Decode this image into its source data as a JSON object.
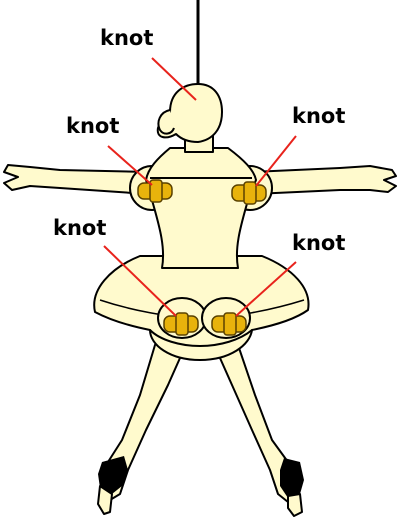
{
  "colors": {
    "body_fill": "#fffacd",
    "outline": "#000000",
    "knot_fill": "#e8b30c",
    "leader_line": "#e8231c",
    "background": "#ffffff"
  },
  "labels": {
    "head_knot": "knot",
    "left_shoulder_knot": "knot",
    "right_shoulder_knot": "knot",
    "left_hip_knot": "knot",
    "right_hip_knot": "knot"
  }
}
